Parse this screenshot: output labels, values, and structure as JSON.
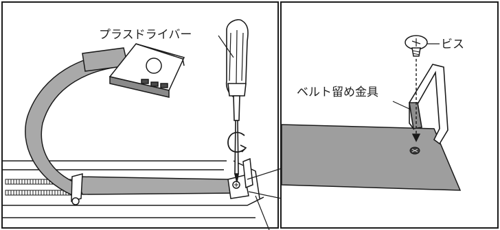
{
  "figure": {
    "left_panel": {
      "callout_tool": "プラスドライバー"
    },
    "right_panel": {
      "callout_screw": "ビス",
      "callout_bracket": "ベルト留め金具"
    }
  },
  "colors": {
    "line": "#1a1a1a",
    "belt_fill": "#a9a9a9",
    "plate_fill": "#9e9e9e",
    "screwdriver_handle": "#ffffff",
    "clip_fill": "#8e8e8e"
  },
  "icons": {
    "rotation": "clockwise-rotation-arrow",
    "insertion": "down-arrow"
  }
}
